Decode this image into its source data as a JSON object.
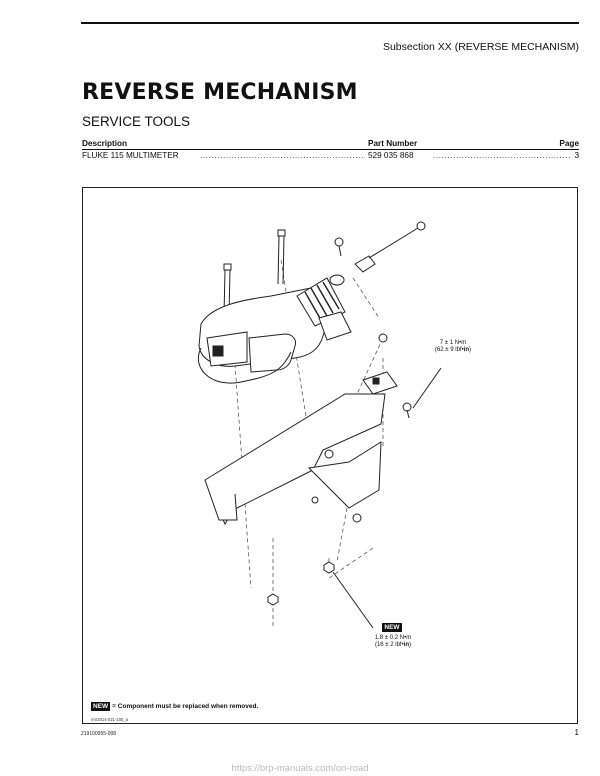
{
  "header": {
    "subsection": "Subsection XX (REVERSE MECHANISM)"
  },
  "title": "REVERSE MECHANISM",
  "section_heading": "SERVICE TOOLS",
  "tools_table": {
    "headers": {
      "description": "Description",
      "part_number": "Part Number",
      "page": "Page"
    },
    "rows": [
      {
        "description": "FLUKE 115 MULTIMETER",
        "part_number": "529 035 868",
        "page": "3"
      }
    ]
  },
  "figure": {
    "torque_upper": {
      "line1": "7 ± 1 N•m",
      "line2_prefix": "(62 ± 9 lbf•",
      "line2_unit": "in",
      "line2_suffix": ")"
    },
    "new_badge": "NEW",
    "torque_lower": {
      "line1": "1.8 ± 0.2 N•m",
      "line2_prefix": "(16 ± 2 lbf•",
      "line2_unit": "in",
      "line2_suffix": ")"
    },
    "legend_badge": "NEW",
    "legend_text": "= Component must be replaced when removed.",
    "figure_id": "rmr2014-021-100_a"
  },
  "footer": {
    "doc_id": "219100955-008",
    "page_number": "1",
    "watermark": "https://brp-manuals.com/on-road"
  }
}
